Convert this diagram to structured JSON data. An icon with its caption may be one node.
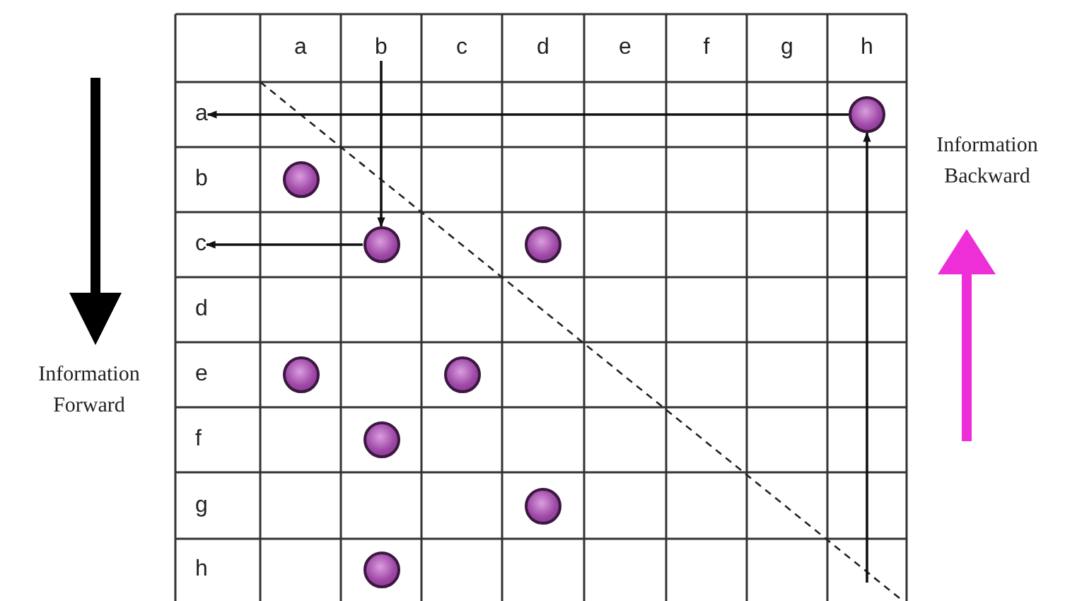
{
  "diagram": {
    "nodes": [
      {
        "text": [
          "b"
        ]
      },
      {
        "text": [
          "a"
        ]
      },
      {
        "text": [],
        "shape": "circle"
      },
      {
        "text": [],
        "shape": "circle"
      },
      {
        "text": [
          "c"
        ]
      },
      {
        "text": [],
        "shape": "circle"
      },
      {
        "text": [],
        "shape": "circle"
      },
      {
        "text": [],
        "shape": "circle"
      },
      {
        "text": [],
        "shape": "circle"
      },
      {
        "text": [],
        "shape": "circle"
      },
      {
        "text": [],
        "shape": "circle"
      },
      {
        "text": [],
        "shape": "circle"
      }
    ],
    "edges": [
      {
        "from": 0,
        "to": 5,
        "arrow": "to"
      },
      {
        "from": 5,
        "to": 4,
        "arrow": "to"
      },
      {
        "from": 2,
        "to": 1,
        "arrow": "to"
      },
      {
        "from": null,
        "to": 2,
        "arrow": "to"
      }
    ],
    "labels": [
      "a",
      "c",
      "d",
      "e",
      "f",
      "g",
      "h",
      "Information Backward",
      "b",
      "d",
      "e",
      "Information Forward",
      "f",
      "g",
      "h"
    ]
  }
}
